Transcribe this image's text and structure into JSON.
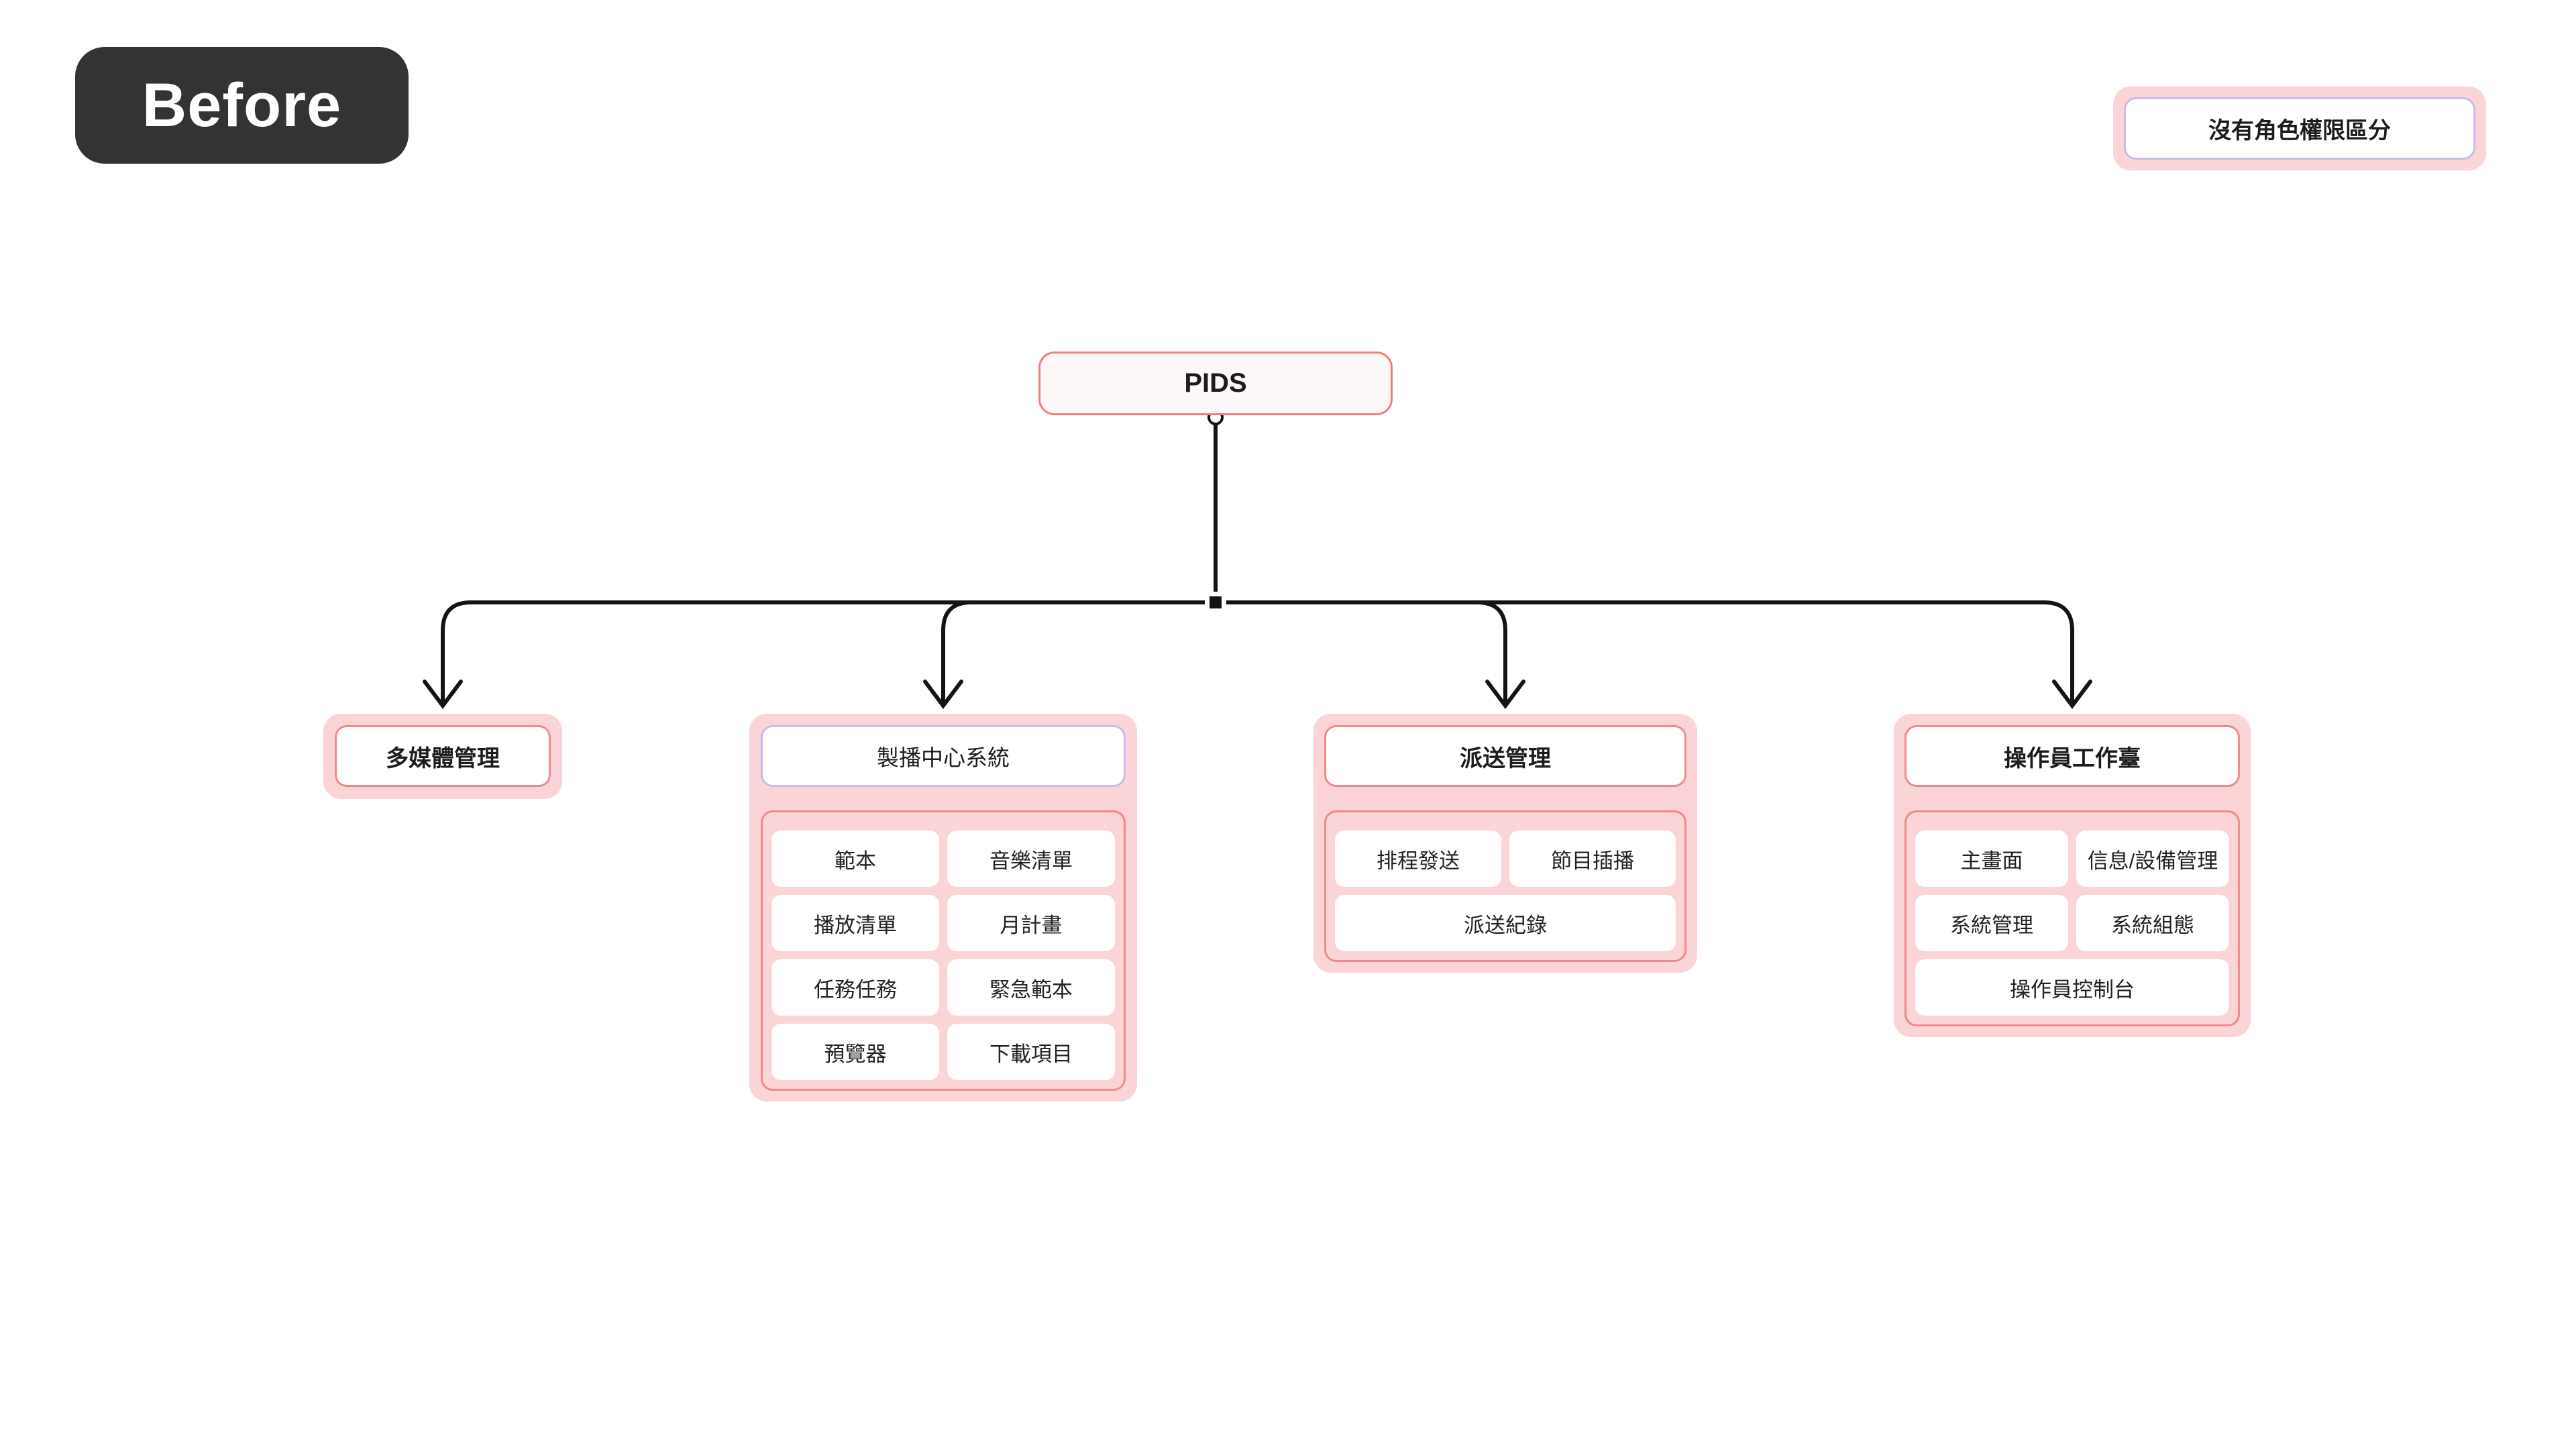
{
  "badge": {
    "label": "Before"
  },
  "annotation": {
    "label": "沒有角色權限區分"
  },
  "diagram": {
    "root": {
      "label": "PIDS"
    },
    "groups": [
      {
        "title": "多媒體管理",
        "items": []
      },
      {
        "title": "製播中心系統",
        "items": [
          {
            "label": "範本"
          },
          {
            "label": "音樂清單"
          },
          {
            "label": "播放清單"
          },
          {
            "label": "月計畫"
          },
          {
            "label": "任務任務"
          },
          {
            "label": "緊急範本"
          },
          {
            "label": "預覽器"
          },
          {
            "label": "下載項目"
          }
        ]
      },
      {
        "title": "派送管理",
        "items": [
          {
            "label": "排程發送"
          },
          {
            "label": "節目插播"
          },
          {
            "label": "派送紀錄"
          }
        ]
      },
      {
        "title": "操作員工作臺",
        "items": [
          {
            "label": "主畫面"
          },
          {
            "label": "信息/設備管理"
          },
          {
            "label": "系統管理"
          },
          {
            "label": "系統組態"
          },
          {
            "label": "操作員控制台"
          }
        ]
      }
    ]
  },
  "colors": {
    "container_pink": "#FAD4D6",
    "border_salmon": "#F08A8A",
    "border_lavender": "#C9BCE9",
    "root_fill": "#FDF8F8",
    "badge_bg": "#333333",
    "line": "#141414"
  }
}
